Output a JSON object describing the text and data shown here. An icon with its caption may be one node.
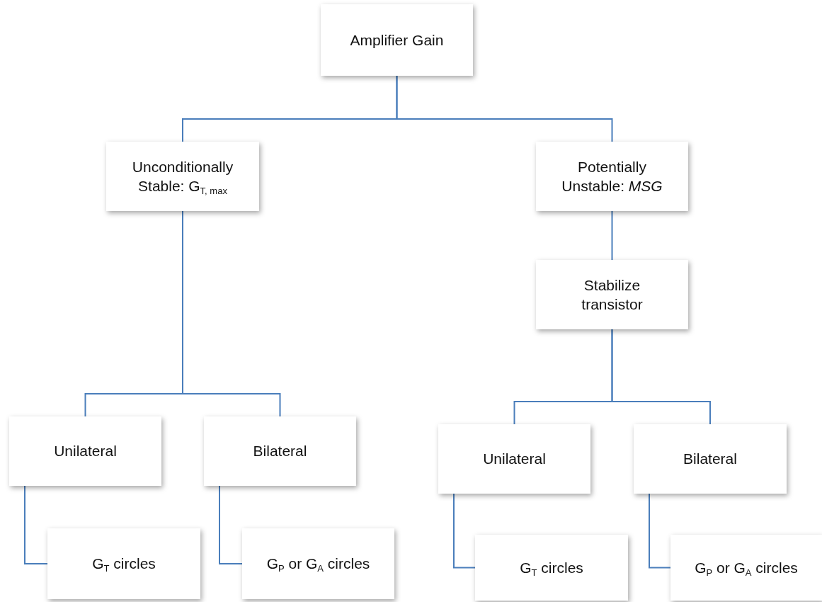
{
  "diagram": {
    "nodes": [
      {
        "text": [
          "Amplifier Gain"
        ]
      },
      {
        "text": [
          "Unconditionally Stable: G$_{T, max}$"
        ]
      },
      {
        "text": [
          "Potentially Unstable: *MSG*"
        ]
      },
      {
        "text": [
          "Stabilize transistor"
        ]
      },
      {
        "text": [
          "Unilateral"
        ]
      },
      {
        "text": [
          "Bilateral"
        ]
      },
      {
        "text": [
          "G$_{T}$ circles"
        ]
      },
      {
        "text": [
          "G$_{P}$ or G$_{A}$ circles"
        ]
      },
      {
        "text": [
          "Unilateral"
        ]
      },
      {
        "text": [
          "Bilateral"
        ]
      },
      {
        "text": [
          "G$_{T}$ circles"
        ]
      },
      {
        "text": [
          "G$_{P}$ or G$_{A}$ circles"
        ]
      }
    ],
    "edges": [
      {
        "from": 0,
        "to": 1,
        "arrow": "none"
      },
      {
        "from": 0,
        "to": 2,
        "arrow": "none"
      },
      {
        "from": 2,
        "to": 3,
        "arrow": "none"
      },
      {
        "from": 1,
        "to": 4,
        "arrow": "none"
      },
      {
        "from": 1,
        "to": 5,
        "arrow": "none"
      },
      {
        "from": 3,
        "to": 8,
        "arrow": "none"
      },
      {
        "from": 3,
        "to": 9,
        "arrow": "none"
      },
      {
        "from": 4,
        "to": 6,
        "arrow": "none"
      },
      {
        "from": 5,
        "to": 7,
        "arrow": "none"
      },
      {
        "from": 8,
        "to": 10,
        "arrow": "none"
      },
      {
        "from": 9,
        "to": 11,
        "arrow": "none"
      }
    ]
  }
}
